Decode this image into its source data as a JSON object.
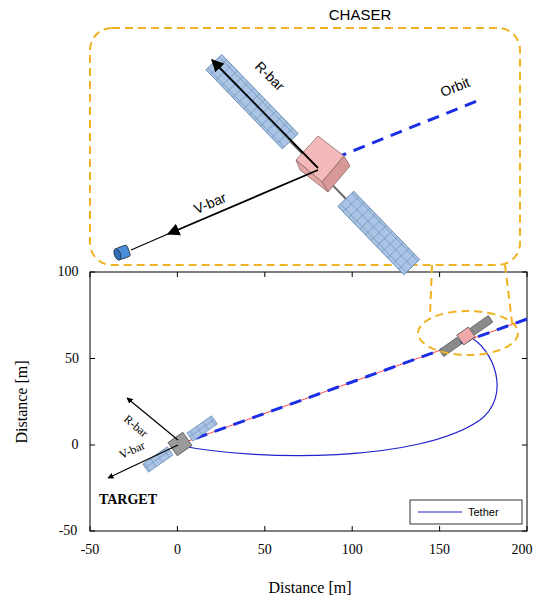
{
  "diagram": {
    "labels": [
      "CHASER",
      "R-bar",
      "V-bar",
      "Orbit",
      "R-bar",
      "V-bar",
      "TARGET",
      "100",
      "50",
      "0",
      "-50",
      "-50",
      "0",
      "50",
      "100",
      "150",
      "200",
      "Distance [m]",
      "Distance [m]"
    ],
    "legend": [
      {
        "text": "Tether"
      }
    ]
  }
}
